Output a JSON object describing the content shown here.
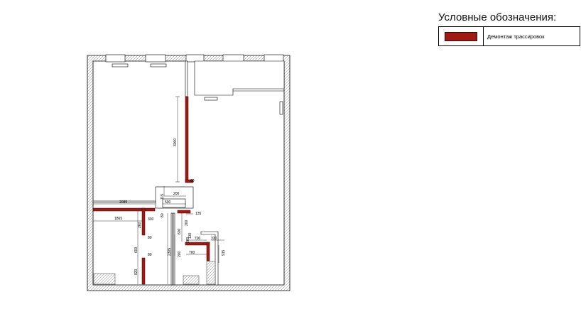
{
  "legend": {
    "title": "Условные обозначения:",
    "items": [
      {
        "label": "Демонтаж трассировок",
        "color": "#a01a14"
      }
    ]
  },
  "dimensions": [
    "3000",
    "60",
    "115",
    "200",
    "2085",
    "500",
    "135",
    "1865",
    "260",
    "80",
    "200",
    "600",
    "80",
    "200",
    "330",
    "700",
    "330",
    "130",
    "600",
    "200",
    "2305",
    "700",
    "915",
    "80",
    "820"
  ]
}
